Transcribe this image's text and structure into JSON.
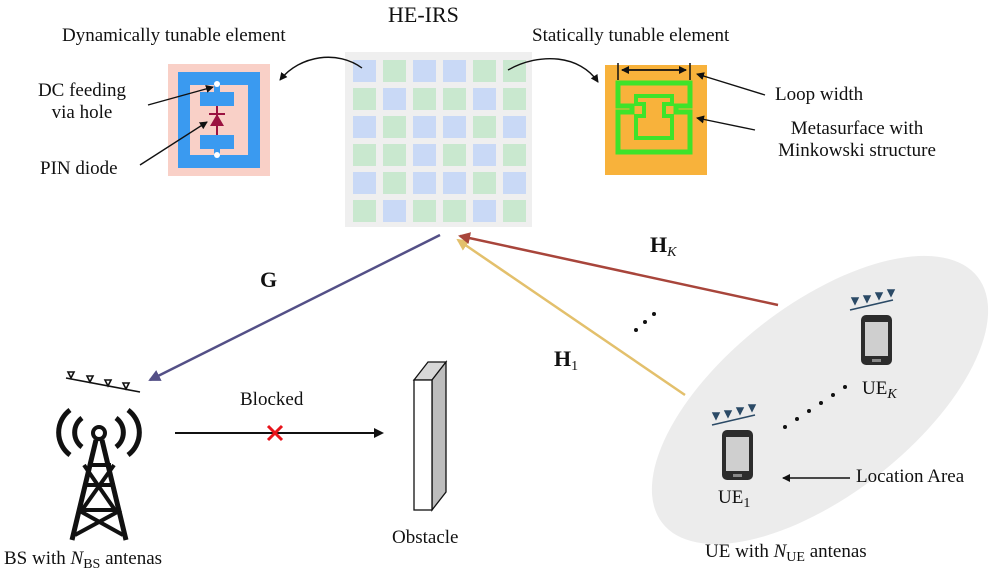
{
  "irs": {
    "title": "HE-IRS",
    "dynamic_label": "Dynamically tunable element",
    "static_label": "Statically tunable element",
    "dc_feeding_line1": "DC feeding",
    "dc_feeding_line2": "via hole",
    "pin_diode": "PIN diode",
    "loop_width": "Loop width",
    "metasurface_line1": "Metasurface with",
    "metasurface_line2": "Minkowski structure"
  },
  "channels": {
    "G": "G",
    "H": "H",
    "H1_sub": "1",
    "HK_sub": "K",
    "dots": "·  ·  ·"
  },
  "bs": {
    "label_prefix": "BS with ",
    "label_N": "N",
    "label_sub": "BS",
    "label_suffix": " antenas"
  },
  "link": {
    "blocked": "Blocked"
  },
  "obstacle": {
    "label": "Obstacle"
  },
  "ue": {
    "ue_text": "UE",
    "ue1_sub": "1",
    "ueK_sub": "K",
    "location_area": "Location Area",
    "label_prefix": "UE with  ",
    "label_N": "N",
    "label_sub": "UE",
    "label_suffix": " antenas"
  },
  "colors": {
    "blue_cell": "#c9d9f6",
    "green_cell": "#c9e8cf",
    "irs_panel": "#efefef",
    "dynamic_bg": "#f9d0c7",
    "dynamic_loop": "#3a9af0",
    "diode": "#9b1240",
    "static_bg": "#f8b23b",
    "static_loop": "#3fe32a",
    "arrow_G": "#545087",
    "arrow_H1": "#e3c06c",
    "arrow_HK": "#a8453b",
    "block_x": "#e8141b",
    "location_area": "#ececec"
  }
}
